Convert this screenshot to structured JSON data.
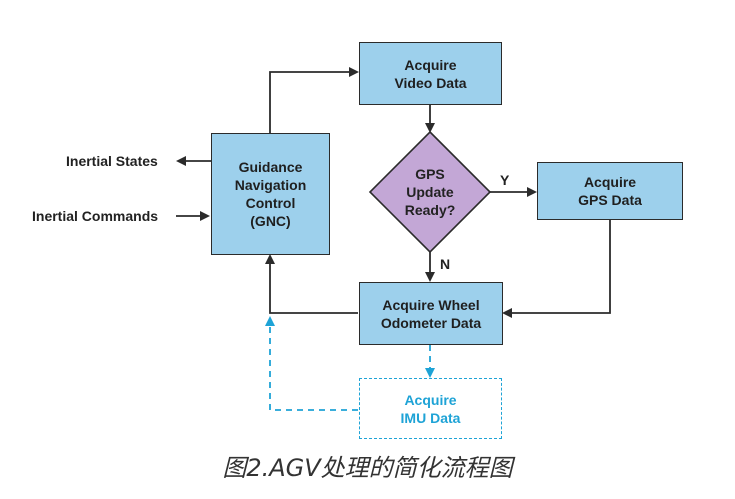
{
  "nodes": {
    "video": "Acquire\nVideo Data",
    "gnc": "Guidance\nNavigation\nControl\n(GNC)",
    "gps_decision": "GPS\nUpdate\nReady?",
    "gps": "Acquire\nGPS Data",
    "wheel": "Acquire Wheel\nOdometer Data",
    "imu": "Acquire\nIMU Data"
  },
  "labels": {
    "inertial_states": "Inertial States",
    "inertial_commands": "Inertial Commands",
    "yes": "Y",
    "no": "N"
  },
  "caption": "图2.AGV处理的简化流程图",
  "colors": {
    "box_fill": "#9dd0ec",
    "decision_fill": "#c3a7d6",
    "dashed": "#1ea3d6",
    "line": "#2b2b2b"
  }
}
